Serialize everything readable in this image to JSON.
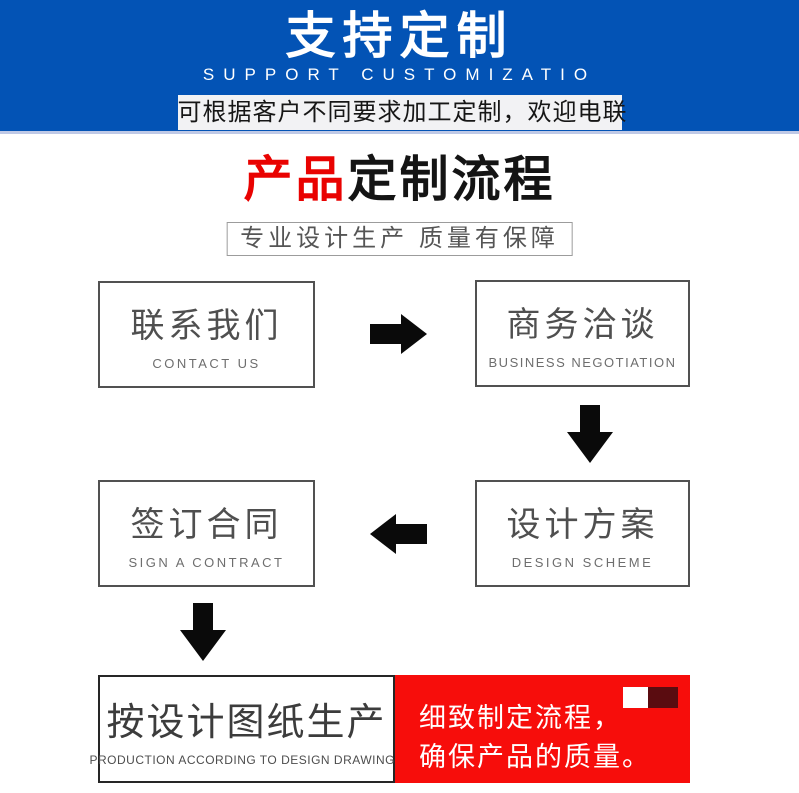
{
  "banner": {
    "title": "支持定制",
    "subtitle": "SUPPORT CUSTOMIZATIO",
    "strip": "可根据客户不同要求加工定制，欢迎电联",
    "bg_color": "#0353b5"
  },
  "heading": {
    "red": "产品",
    "black": "定制流程",
    "tagline": "专业设计生产 质量有保障"
  },
  "flow": {
    "step1": {
      "zh": "联系我们",
      "en": "CONTACT US"
    },
    "step2": {
      "zh": "商务洽谈",
      "en": "BUSINESS NEGOTIATION"
    },
    "step3": {
      "zh": "签订合同",
      "en": "SIGN A CONTRACT"
    },
    "step4": {
      "zh": "设计方案",
      "en": "DESIGN SCHEME"
    },
    "step5": {
      "zh": "按设计图纸生产",
      "en": "PRODUCTION ACCORDING TO DESIGN DRAWINGS"
    }
  },
  "note": {
    "line1": "细致制定流程，",
    "line2": "确保产品的质量。",
    "bg_color": "#f70d0b",
    "dark_square_color": "#5a0c10"
  },
  "colors": {
    "banner_blue": "#0353b5",
    "title_red": "#e90201",
    "note_red": "#f70d0b",
    "arrow_black": "#0a0a0a"
  }
}
